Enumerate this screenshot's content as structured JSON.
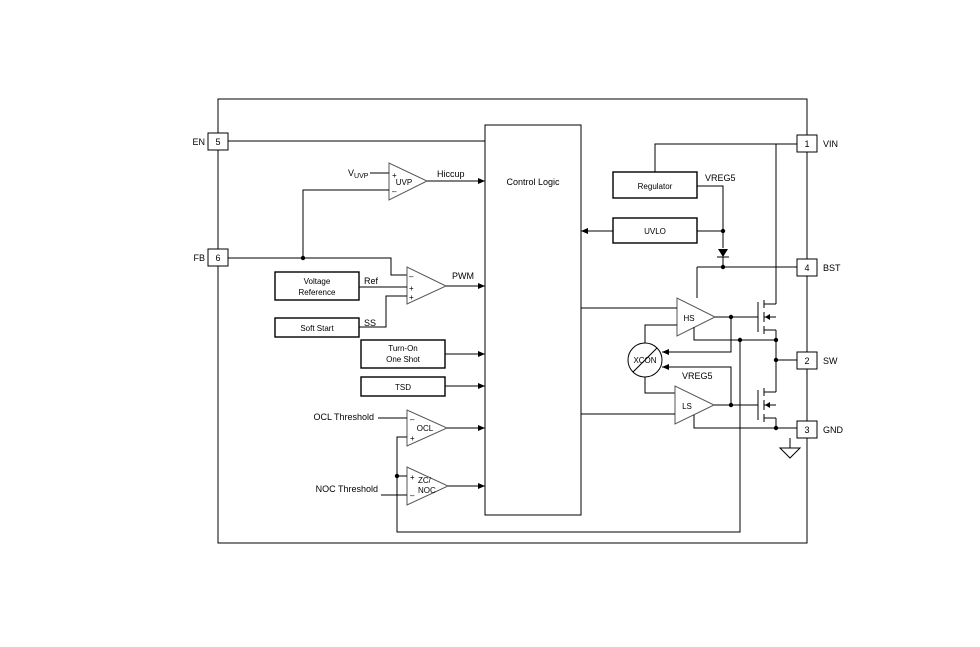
{
  "pins": {
    "en": {
      "name": "EN",
      "num": "5"
    },
    "fb": {
      "name": "FB",
      "num": "6"
    },
    "vin": {
      "name": "VIN",
      "num": "1"
    },
    "bst": {
      "name": "BST",
      "num": "4"
    },
    "sw": {
      "name": "SW",
      "num": "2"
    },
    "gnd": {
      "name": "GND",
      "num": "3"
    }
  },
  "blocks": {
    "control_logic": "Control Logic",
    "regulator": "Regulator",
    "uvlo": "UVLO",
    "voltage_reference_line1": "Voltage",
    "voltage_reference_line2": "Reference",
    "soft_start": "Soft Start",
    "turn_on_line1": "Turn-On",
    "turn_on_line2": "One Shot",
    "tsd": "TSD",
    "xcon": "XCON"
  },
  "amplifiers": {
    "uvp": "UVP",
    "ocl": "OCL",
    "zc_noc_line1": "ZC/",
    "zc_noc_line2": "NOC",
    "hs": "HS",
    "ls": "LS",
    "pwm_minus": "–",
    "pwm_plus": "+",
    "uvp_plus": "+",
    "uvp_minus": "–",
    "ocl_minus": "–",
    "ocl_plus": "+",
    "noc_plus": "+",
    "noc_minus": "–"
  },
  "signals": {
    "vuvp_main": "V",
    "vuvp_sub": "UVP",
    "hiccup": "Hiccup",
    "pwm": "PWM",
    "ref": "Ref",
    "ss": "SS",
    "vreg5_top": "VREG5",
    "vreg5_mid": "VREG5",
    "ocl_threshold": "OCL Threshold",
    "noc_threshold": "NOC Threshold"
  }
}
